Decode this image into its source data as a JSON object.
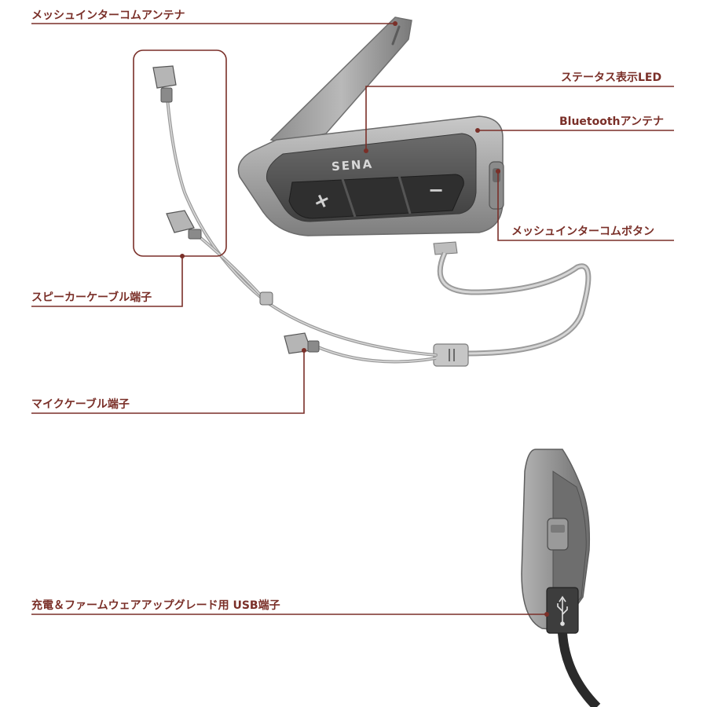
{
  "labels": {
    "mesh_antenna": "メッシュインターコムアンテナ",
    "status_led": "ステータス表示LED",
    "bt_antenna": "Bluetoothアンテナ",
    "mesh_button": "メッシュインターコムボタン",
    "speaker_terminal": "スピーカーケーブル端子",
    "mic_terminal": "マイクケーブル端子",
    "usb_port": "充電＆ファームウェアアップグレード用 USB端子"
  },
  "device": {
    "brand_text": "SENA",
    "plus_symbol": "+",
    "minus_symbol": "−"
  },
  "colors": {
    "leader": "#7a2f28",
    "body": "#9a9a9a",
    "face": "#5a5a5a"
  }
}
